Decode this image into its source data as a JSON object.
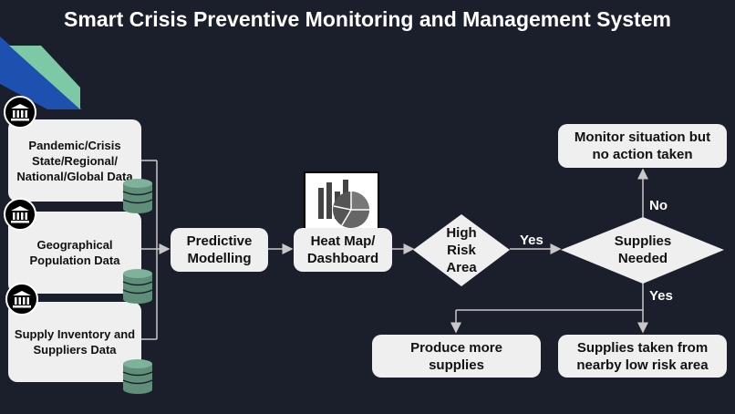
{
  "title": "Smart Crisis Preventive Monitoring and Management System",
  "sources": [
    {
      "label": "Pandemic/Crisis State/Regional/ National/Global Data"
    },
    {
      "label": "Geographical Population Data"
    },
    {
      "label": "Supply Inventory and Suppliers Data"
    }
  ],
  "nodes": {
    "predictive": "Predictive Modelling",
    "heatmap": "Heat Map/ Dashboard",
    "high_risk": "High Risk Area",
    "supplies_needed": "Supplies Needed",
    "monitor": "Monitor situation but no action taken",
    "produce": "Produce more supplies",
    "nearby": "Supplies taken from nearby low risk area"
  },
  "edges": {
    "yes_high_risk": "Yes",
    "no_supplies": "No",
    "yes_supplies": "Yes"
  },
  "icons": [
    "bank-icon",
    "database-icon",
    "dashboard-chart-icon",
    "corner-stripes"
  ],
  "colors": {
    "background": "#1b1e2b",
    "box": "#efefef",
    "arrow": "#c8c8c8",
    "stripe_blue": "#1e50b0",
    "stripe_green": "#7dc8a5",
    "db": "#5f8f78"
  }
}
